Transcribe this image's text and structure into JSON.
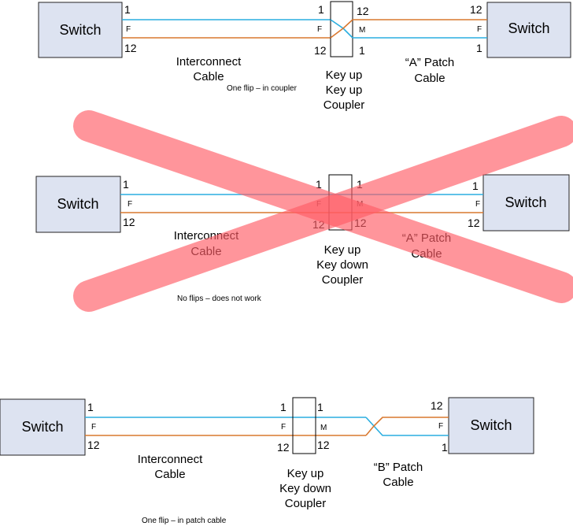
{
  "switch_label": "Switch",
  "pins": {
    "top": "1",
    "bottom": "12",
    "female": "F",
    "male": "M"
  },
  "colors": {
    "blue_fiber": "#2aaee0",
    "orange_fiber": "#d9782f",
    "switch_fill": "#dde3f1",
    "cross_out": "#ff5c66"
  },
  "diagrams": [
    {
      "interconnect_line1": "Interconnect",
      "interconnect_line2": "Cable",
      "patch_line1": "“A” Patch",
      "patch_line2": "Cable",
      "coupler_line1": "Key up",
      "coupler_line2": "Key up",
      "coupler_line3": "Coupler",
      "note": "One flip – in coupler"
    },
    {
      "interconnect_line1": "Interconnect",
      "interconnect_line2": "Cable",
      "patch_line1": "“A” Patch",
      "patch_line2": "Cable",
      "coupler_line1": "Key up",
      "coupler_line2": "Key down",
      "coupler_line3": "Coupler",
      "note": "No flips – does not work"
    },
    {
      "interconnect_line1": "Interconnect",
      "interconnect_line2": "Cable",
      "patch_line1": "“B” Patch",
      "patch_line2": "Cable",
      "coupler_line1": "Key up",
      "coupler_line2": "Key down",
      "coupler_line3": "Coupler",
      "note": "One flip – in patch cable"
    }
  ]
}
